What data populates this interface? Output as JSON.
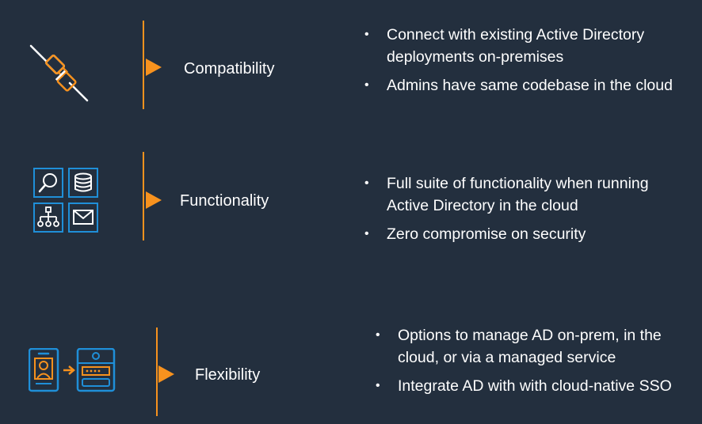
{
  "sections": [
    {
      "title": "Compatibility",
      "icon": "plug-icon",
      "bullets": [
        "Connect with existing Active Directory deployments on-premises",
        "Admins have same codebase in the cloud"
      ]
    },
    {
      "title": "Functionality",
      "icon": "services-grid-icon",
      "bullets": [
        "Full suite of functionality when running Active Directory in the cloud",
        "Zero compromise on security"
      ]
    },
    {
      "title": "Flexibility",
      "icon": "id-migration-icon",
      "bullets": [
        "Options to manage AD on-prem, in the cloud, or via a managed service",
        "Integrate AD with with cloud-native SSO"
      ]
    }
  ],
  "bullet_glyph": "•",
  "colors": {
    "background": "#232f3e",
    "accent": "#f7921e",
    "icon_blue": "#1f8fd8",
    "text": "#ffffff"
  }
}
